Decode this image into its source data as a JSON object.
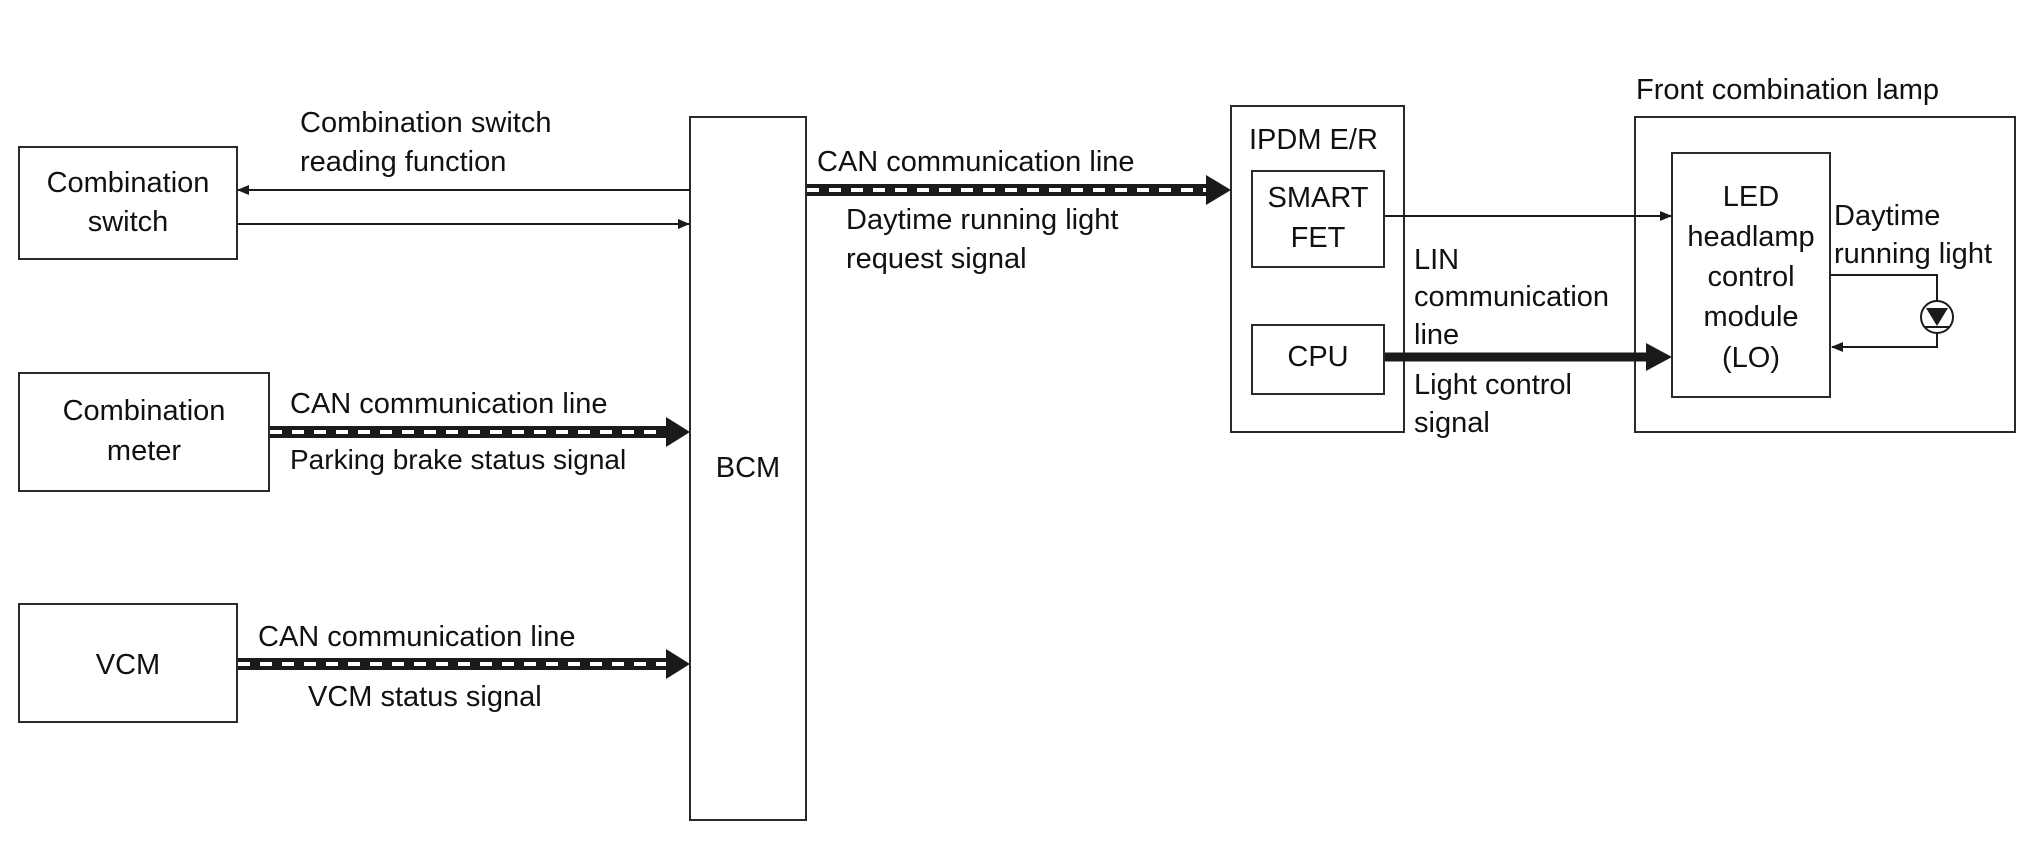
{
  "blocks": {
    "combination_switch": [
      "Combination",
      "switch"
    ],
    "combination_meter": [
      "Combination",
      "meter"
    ],
    "vcm": "VCM",
    "bcm": "BCM",
    "ipdm": "IPDM E/R",
    "smart_fet": [
      "SMART",
      "FET"
    ],
    "cpu": "CPU",
    "front_lamp": "Front combination lamp",
    "led_module": [
      "LED",
      "headlamp",
      "control",
      "module",
      "(LO)"
    ]
  },
  "labels": {
    "switch_reading": [
      "Combination switch",
      "reading function"
    ],
    "meter_line": "CAN communication line",
    "meter_signal": "Parking brake status signal",
    "vcm_line": "CAN communication line",
    "vcm_signal": "VCM status signal",
    "bcm_line": "CAN communication line",
    "bcm_signal": [
      "Daytime running light",
      "request signal"
    ],
    "lin_line": [
      "LIN",
      "communication",
      "line"
    ],
    "light_control": [
      "Light control",
      "signal"
    ],
    "drl": [
      "Daytime",
      "running light"
    ]
  },
  "colors": {
    "line": "#1a1a1a",
    "can_dash": "#ffffff"
  }
}
